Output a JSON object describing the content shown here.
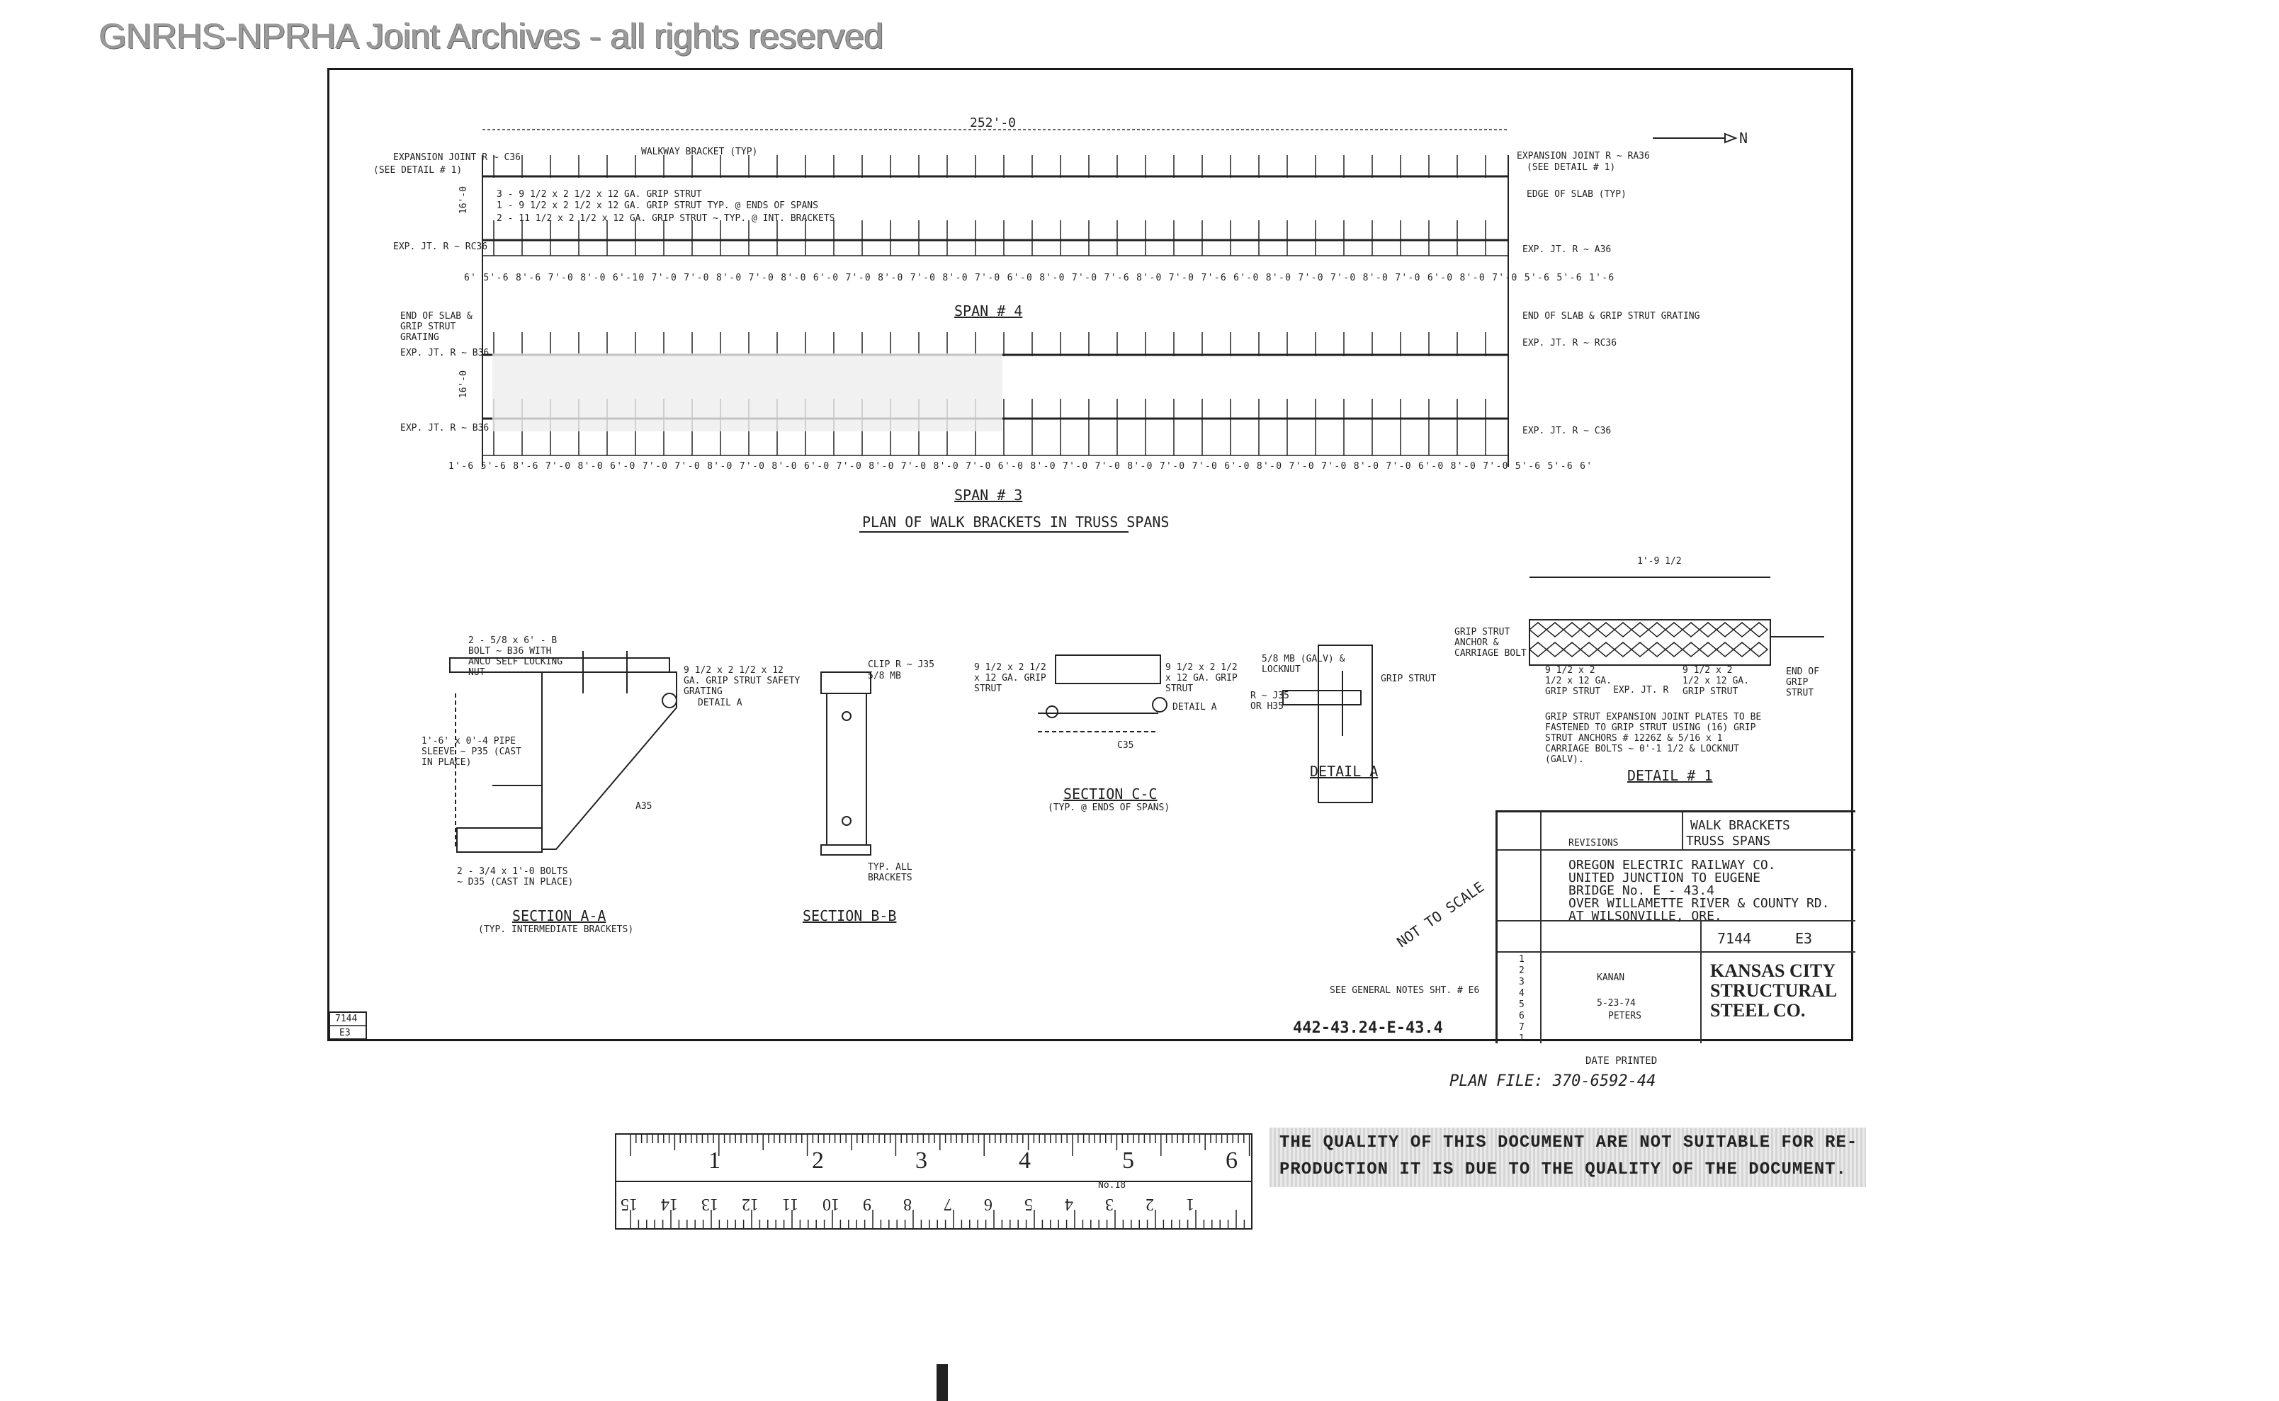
{
  "watermark": "GNRHS-NPRHA Joint Archives - all rights reserved",
  "north_label": "N",
  "plan": {
    "overall_dim": "252'-0",
    "title": "PLAN OF WALK BRACKETS IN TRUSS SPANS",
    "span4_label": "SPAN # 4",
    "span3_label": "SPAN # 3",
    "left_notes": [
      "EXPANSION JOINT R ~ C36",
      "(SEE DETAIL # 1)",
      "EXP. JT. R ~ RC36",
      "END OF SLAB & GRIP STRUT GRATING",
      "EXP. JT. R ~ B36",
      "EXP. JT. R ~ B36"
    ],
    "right_notes": [
      "EXPANSION JOINT R ~ RA36",
      "(SEE DETAIL # 1)",
      "EDGE OF SLAB (TYP)",
      "EXP. JT. R ~ A36",
      "END OF SLAB & GRIP STRUT GRATING",
      "EXP. JT. R ~ RC36",
      "EXP. JT. R ~ C36"
    ],
    "callouts": [
      "WALKWAY BRACKET (TYP)",
      "3 - 9 1/2 x 2 1/2 x 12 GA. GRIP STRUT",
      "1 - 9 1/2 x 2 1/2 x 12 GA. GRIP STRUT  TYP. @ ENDS OF SPANS",
      "2 - 11 1/2 x 2 1/2 x 12 GA. GRIP STRUT ~ TYP. @ INT. BRACKETS"
    ],
    "width_dim": "16'-0",
    "bay_dims_top": "6' 5'-6 8'-6 7'-0 8'-0 6'-10 7'-0 7'-0 8'-0 7'-0 8'-0 6'-0 7'-0 8'-0 7'-0 8'-0 7'-0 6'-0 8'-0 7'-0 7'-6 8'-0 7'-0 7'-6 6'-0 8'-0 7'-0 7'-0 8'-0 7'-0 6'-0 8'-0 7'-0 5'-6 5'-6 1'-6",
    "bay_dims_bottom": "1'-6 5'-6 8'-6 7'-0 8'-0 6'-0 7'-0 7'-0 8'-0 7'-0 8'-0 6'-0 7'-0 8'-0 7'-0 8'-0 7'-0 6'-0 8'-0 7'-0 7'-0 8'-0 7'-0 7'-0 6'-0 8'-0 7'-0 7'-0 8'-0 7'-0 6'-0 8'-0 7'-0 5'-6 5'-6 6'"
  },
  "sections": {
    "aa_title": "SECTION A-A",
    "aa_sub": "(TYP. INTERMEDIATE BRACKETS)",
    "aa_notes": [
      "2 - 5/8 x 6' - B BOLT ~ B36 WITH ANCO SELF LOCKING NUT",
      "9 1/2 x 2 1/2 x 12 GA. GRIP STRUT SAFETY GRATING",
      "DETAIL A",
      "1'-6' x 0'-4 PIPE SLEEVE ~ P35 (CAST IN PLACE)",
      "A35",
      "2 - 3/4 x 1'-0 BOLTS ~ D35 (CAST IN PLACE)"
    ],
    "bb_title": "SECTION B-B",
    "bb_notes": [
      "CLIP R ~ J35",
      "5/8 MB",
      "TYP. ALL BRACKETS"
    ],
    "cc_title": "SECTION C-C",
    "cc_sub": "(TYP. @ ENDS OF SPANS)",
    "cc_notes": [
      "9 1/2 x 2 1/2 x 12 GA. GRIP STRUT",
      "9 1/2 x 2 1/2 x 12 GA. GRIP STRUT",
      "C35",
      "DETAIL A"
    ],
    "detail_a_title": "DETAIL A",
    "detail_a_notes": [
      "5/8 MB (GALV) & LOCKNUT",
      "GRIP STRUT",
      "R ~ J35 OR H35"
    ],
    "detail1_title": "DETAIL # 1",
    "detail1_dim": "1'-9 1/2",
    "detail1_notes": [
      "GRIP STRUT ANCHOR & CARRIAGE BOLT",
      "9 1/2 x 2 1/2 x 12 GA. GRIP STRUT",
      "9 1/2 x 2 1/2 x 12 GA. GRIP STRUT",
      "END OF GRIP STRUT",
      "EXP. JT. R",
      "GRIP STRUT EXPANSION JOINT PLATES TO BE FASTENED TO GRIP STRUT USING (16) GRIP STRUT ANCHORS # 1226Z & 5/16 x 1 CARRIAGE BOLTS ~ 0'-1 1/2 & LOCKNUT (GALV)."
    ]
  },
  "not_to_scale": "NOT TO SCALE",
  "general_notes": "SEE GENERAL NOTES SHT. # E6",
  "drawing_number": "442-43.24-E-43.4",
  "title_block": {
    "title_1": "WALK BRACKETS",
    "title_2": "TRUSS SPANS",
    "client": "OREGON ELECTRIC RAILWAY CO.",
    "line": "UNITED JUNCTION TO EUGENE",
    "bridge": "BRIDGE No. E - 43.4",
    "over": "OVER WILLAMETTE RIVER & COUNTY RD.",
    "at": "AT WILSONVILLE, ORE.",
    "order_no": "7144",
    "sheet_no": "E3",
    "drawn_by": "KANAN",
    "date": "5-23-74",
    "checked": "PETERS",
    "company": "KANSAS CITY STRUCTURAL STEEL CO.",
    "revisions_header": "REVISIONS",
    "rows": [
      "1",
      "2",
      "3",
      "4",
      "5",
      "6",
      "7",
      "1"
    ]
  },
  "sheet_corner": {
    "order": "7144",
    "sheet": "E3"
  },
  "date_printed": "DATE PRINTED",
  "plan_file": "PLAN FILE: 370-6592-44",
  "ruler": {
    "top_numbers": [
      "1",
      "2",
      "3",
      "4",
      "5",
      "6"
    ],
    "bottom_numbers": [
      "15",
      "14",
      "13",
      "12",
      "11",
      "10",
      "9",
      "8",
      "7",
      "6",
      "5",
      "4",
      "3",
      "2",
      "1"
    ],
    "model": "No.18"
  },
  "notice": [
    "THE QUALITY OF THIS DOCUMENT ARE NOT SUITABLE FOR RE-",
    "PRODUCTION IT IS DUE TO THE QUALITY OF THE DOCUMENT."
  ]
}
